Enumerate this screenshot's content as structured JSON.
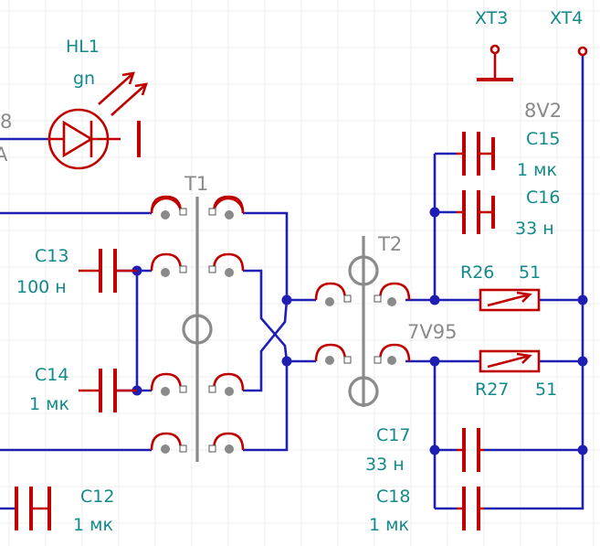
{
  "led": {
    "ref": "HL1",
    "value": "gn",
    "left_ref_fragment": "8",
    "left_value_fragment": "A"
  },
  "transformers": {
    "t1": {
      "ref": "T1"
    },
    "t2": {
      "ref": "T2",
      "value": "7V95"
    }
  },
  "capacitors": {
    "c12": {
      "ref": "C12",
      "value": "1 мк"
    },
    "c13": {
      "ref": "C13",
      "value": "100 н"
    },
    "c14": {
      "ref": "C14",
      "value": "1 мк"
    },
    "c15": {
      "ref": "C15",
      "value": "1 мк"
    },
    "c16": {
      "ref": "C16",
      "value": "33 н"
    },
    "c17": {
      "ref": "C17",
      "value": "33 н"
    },
    "c18": {
      "ref": "C18",
      "value": "1 мк"
    }
  },
  "resistors": {
    "r26": {
      "ref": "R26",
      "value": "51"
    },
    "r27": {
      "ref": "R27",
      "value": "51"
    }
  },
  "connectors": {
    "xt3": {
      "ref": "XT3"
    },
    "xt4": {
      "ref": "XT4"
    }
  },
  "diode_value": "8V2",
  "colors": {
    "wire": "#1f1fb4",
    "part": "#c00000",
    "core": "#8a8a8a",
    "label": "#138a8a",
    "value": "#8a8a8a"
  }
}
